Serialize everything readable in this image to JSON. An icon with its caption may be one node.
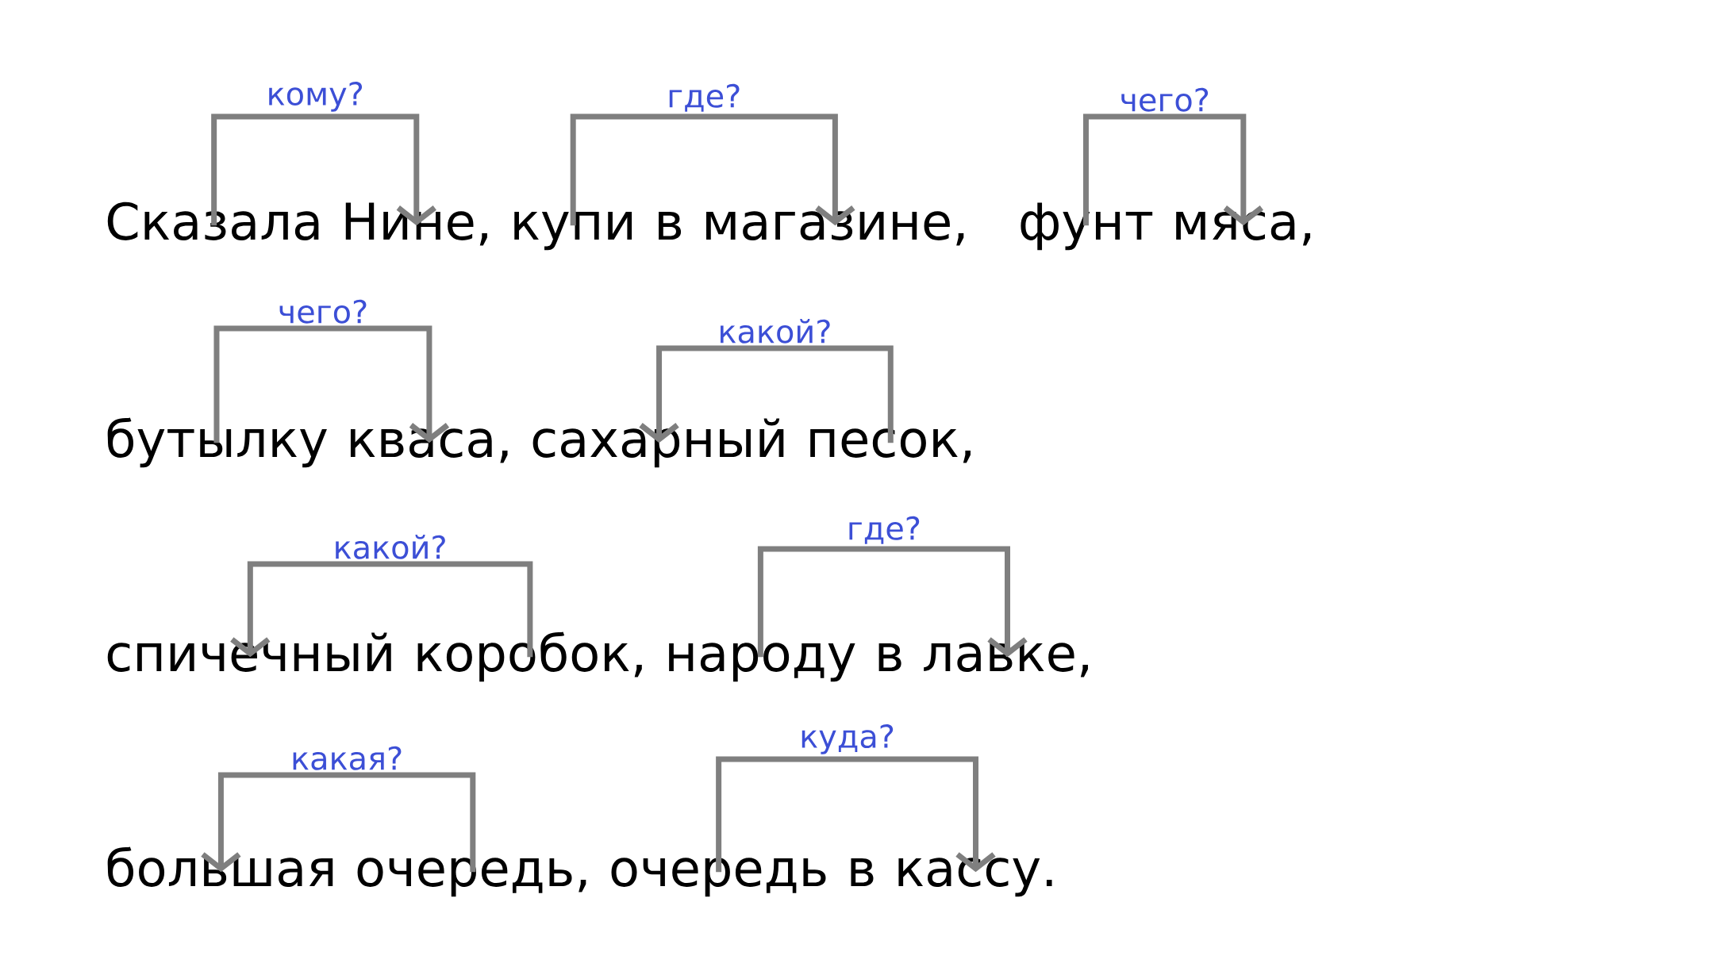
{
  "diagram": {
    "nodes": [
      {
        "text": [
          "Сказала"
        ]
      },
      {
        "text": [
          "Нине,"
        ]
      },
      {
        "text": [
          "купи"
        ]
      },
      {
        "text": [
          "магазине,"
        ]
      },
      {
        "text": [
          "фунт"
        ]
      },
      {
        "text": [
          "мяса,"
        ]
      },
      {
        "text": [
          "бутылку"
        ]
      },
      {
        "text": [
          "кваса,"
        ]
      },
      {
        "text": [
          "сахарный"
        ]
      },
      {
        "text": [
          "песок,"
        ]
      },
      {
        "text": [
          "спичечный"
        ]
      },
      {
        "text": [
          "коробок,"
        ]
      },
      {
        "text": [
          "народу"
        ]
      },
      {
        "text": [
          "лавке,"
        ]
      },
      {
        "text": [
          "большая"
        ]
      },
      {
        "text": [
          "очередь,"
        ]
      },
      {
        "text": [
          "очередь"
        ]
      },
      {
        "text": [
          "кассу."
        ]
      }
    ],
    "edges": [
      {
        "from": 0,
        "to": 1,
        "arrow": "to",
        "label": "кому?"
      },
      {
        "from": 2,
        "to": 3,
        "arrow": "to",
        "label": "где?"
      },
      {
        "from": 4,
        "to": 5,
        "arrow": "to",
        "label": "чего?"
      },
      {
        "from": 6,
        "to": 7,
        "arrow": "to",
        "label": "чего?"
      },
      {
        "from": 9,
        "to": 8,
        "arrow": "to",
        "label": "какой?"
      },
      {
        "from": 11,
        "to": 10,
        "arrow": "to",
        "label": "какой?"
      },
      {
        "from": 12,
        "to": 13,
        "arrow": "to",
        "label": "где?"
      },
      {
        "from": 15,
        "to": 14,
        "arrow": "to",
        "label": "какая?"
      },
      {
        "from": 16,
        "to": 17,
        "arrow": "to",
        "label": "куда?"
      }
    ],
    "labels": [
      "в",
      "в",
      "в"
    ]
  }
}
